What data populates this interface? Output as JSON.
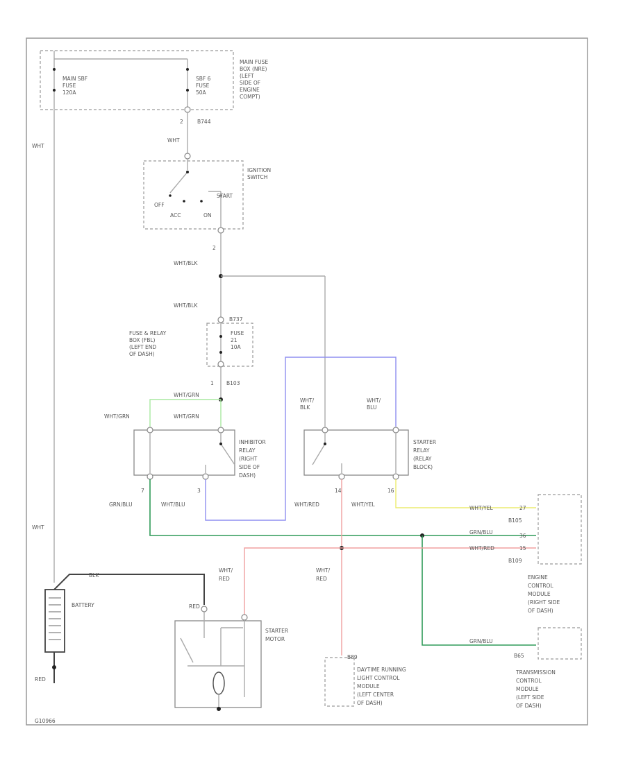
{
  "labels": {
    "main_fuse_box": [
      "MAIN FUSE",
      "BOX (NRE)",
      "(LEFT",
      "SIDE OF",
      "ENGINE",
      "COMPT)"
    ],
    "main_sbf_fuse": [
      "MAIN SBF",
      "FUSE",
      "120A"
    ],
    "sbf_fuse": [
      "SBF 6",
      "FUSE",
      "50A"
    ],
    "pin_2": "2",
    "pin_b744": "B744",
    "wht_1": "WHT",
    "wht_left": "WHT",
    "ignition_switch": [
      "IGNITION",
      "SWITCH"
    ],
    "off": "OFF",
    "acc": "ACC",
    "start": "START",
    "on": "ON",
    "pin_2b": "2",
    "wht_blk_1": "WHT/BLK",
    "wht_blk_2": "WHT/BLK",
    "b737": "B737",
    "fuse_relay_box": [
      "FUSE & RELAY",
      "BOX (FBL)",
      "(LEFT END",
      "OF DASH)"
    ],
    "fuse_21": [
      "FUSE",
      "21",
      "10A"
    ],
    "pin_1": "1",
    "b103": "B103",
    "wht_grn_top": "WHT/GRN",
    "wht_grn_l": "WHT/GRN",
    "wht_grn_r": "WHT/GRN",
    "wht_blk_c": [
      "WHT/",
      "BLK"
    ],
    "wht_blu_c": [
      "WHT/",
      "BLU"
    ],
    "inhibitor_relay": [
      "INHIBITOR",
      "RELAY",
      "(RIGHT",
      "SIDE OF",
      "DASH)"
    ],
    "starter_relay": [
      "STARTER",
      "RELAY",
      "(RELAY",
      "BLOCK)"
    ],
    "pin_7": "7",
    "pin_3": "3",
    "pin_14": "14",
    "pin_16": "16",
    "grn_blu": "GRN/BLU",
    "wht_blu": "WHT/BLU",
    "wht_red": "WHT/RED",
    "wht_yel": "WHT/YEL",
    "wht_yel_r": "WHT/YEL",
    "grn_blu_r": "GRN/BLU",
    "wht_red_r": "WHT/RED",
    "b105": "B105",
    "b109": "B109",
    "pin_27": "27",
    "pin_36": "36",
    "pin_15": "15",
    "ecm": [
      "ENGINE",
      "CONTROL",
      "MODULE",
      "(RIGHT SIDE",
      "OF DASH)"
    ],
    "wht_left_bottom": "WHT",
    "blk_bat": "BLK",
    "battery": "BATTERY",
    "red_bat": "RED",
    "red_starter": "RED",
    "wht_red_s": [
      "WHT/",
      "RED"
    ],
    "wht_red_d": [
      "WHT/",
      "RED"
    ],
    "starter_motor": [
      "STARTER",
      "MOTOR"
    ],
    "b89": "B89",
    "drl_module": [
      "DAYTIME RUNNING",
      "LIGHT CONTROL",
      "MODULE",
      "(LEFT CENTER",
      "OF DASH)"
    ],
    "grn_blu_t": "GRN/BLU",
    "b65": "B65",
    "tcm": [
      "TRANSMISSION",
      "CONTROL",
      "MODULE",
      "(LEFT SIDE",
      "OF DASH)"
    ],
    "footer_id": "G10966"
  },
  "colors": {
    "green": "#2e9a58",
    "blue": "#8f8ff0",
    "red": "#f0a0a0",
    "yellow": "#ecec70",
    "lightgreen": "#a8e8a0",
    "gray": "#aaaaaa"
  }
}
